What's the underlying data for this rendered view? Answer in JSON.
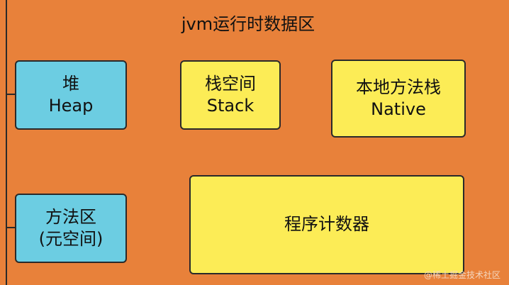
{
  "title": "jvm运行时数据区",
  "boxes": {
    "heap": {
      "line1": "堆",
      "line2": "Heap"
    },
    "stack": {
      "line1": "栈空间",
      "line2": "Stack"
    },
    "native_stack": {
      "line1": "本地方法栈",
      "line2": "Native"
    },
    "method_area": {
      "line1": "方法区",
      "line2": "(元空间)"
    },
    "pc_register": {
      "line1": "程序计数器"
    }
  },
  "watermark": "@稀土掘金技术社区",
  "colors": {
    "background": "#e8813a",
    "blue_box": "#6ccde2",
    "yellow_box": "#fcec56",
    "border": "#2a2a2a"
  }
}
